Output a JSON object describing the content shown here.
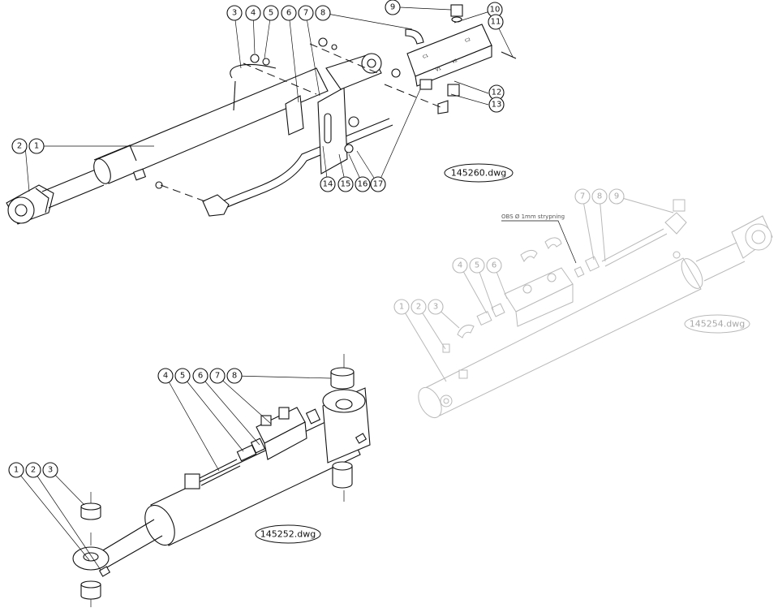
{
  "drawings": [
    {
      "label": "145260.dwg",
      "balloons": [
        "1",
        "2",
        "3",
        "4",
        "5",
        "6",
        "7",
        "8",
        "9",
        "10",
        "11",
        "12",
        "13",
        "14",
        "15",
        "16",
        "17"
      ],
      "valve_markings": [
        "C1",
        "C2",
        "V1",
        "V2"
      ]
    },
    {
      "label": "145254.dwg",
      "balloons": [
        "1",
        "2",
        "3",
        "4",
        "5",
        "6",
        "7",
        "8",
        "9"
      ],
      "note": "OBS Ø 1mm strypning"
    },
    {
      "label": "145252.dwg",
      "balloons": [
        "1",
        "2",
        "3",
        "4",
        "5",
        "6",
        "7",
        "8"
      ]
    }
  ],
  "colors": {
    "line": "#111111",
    "faded_line": "#b9b9b9",
    "background": "#ffffff"
  }
}
